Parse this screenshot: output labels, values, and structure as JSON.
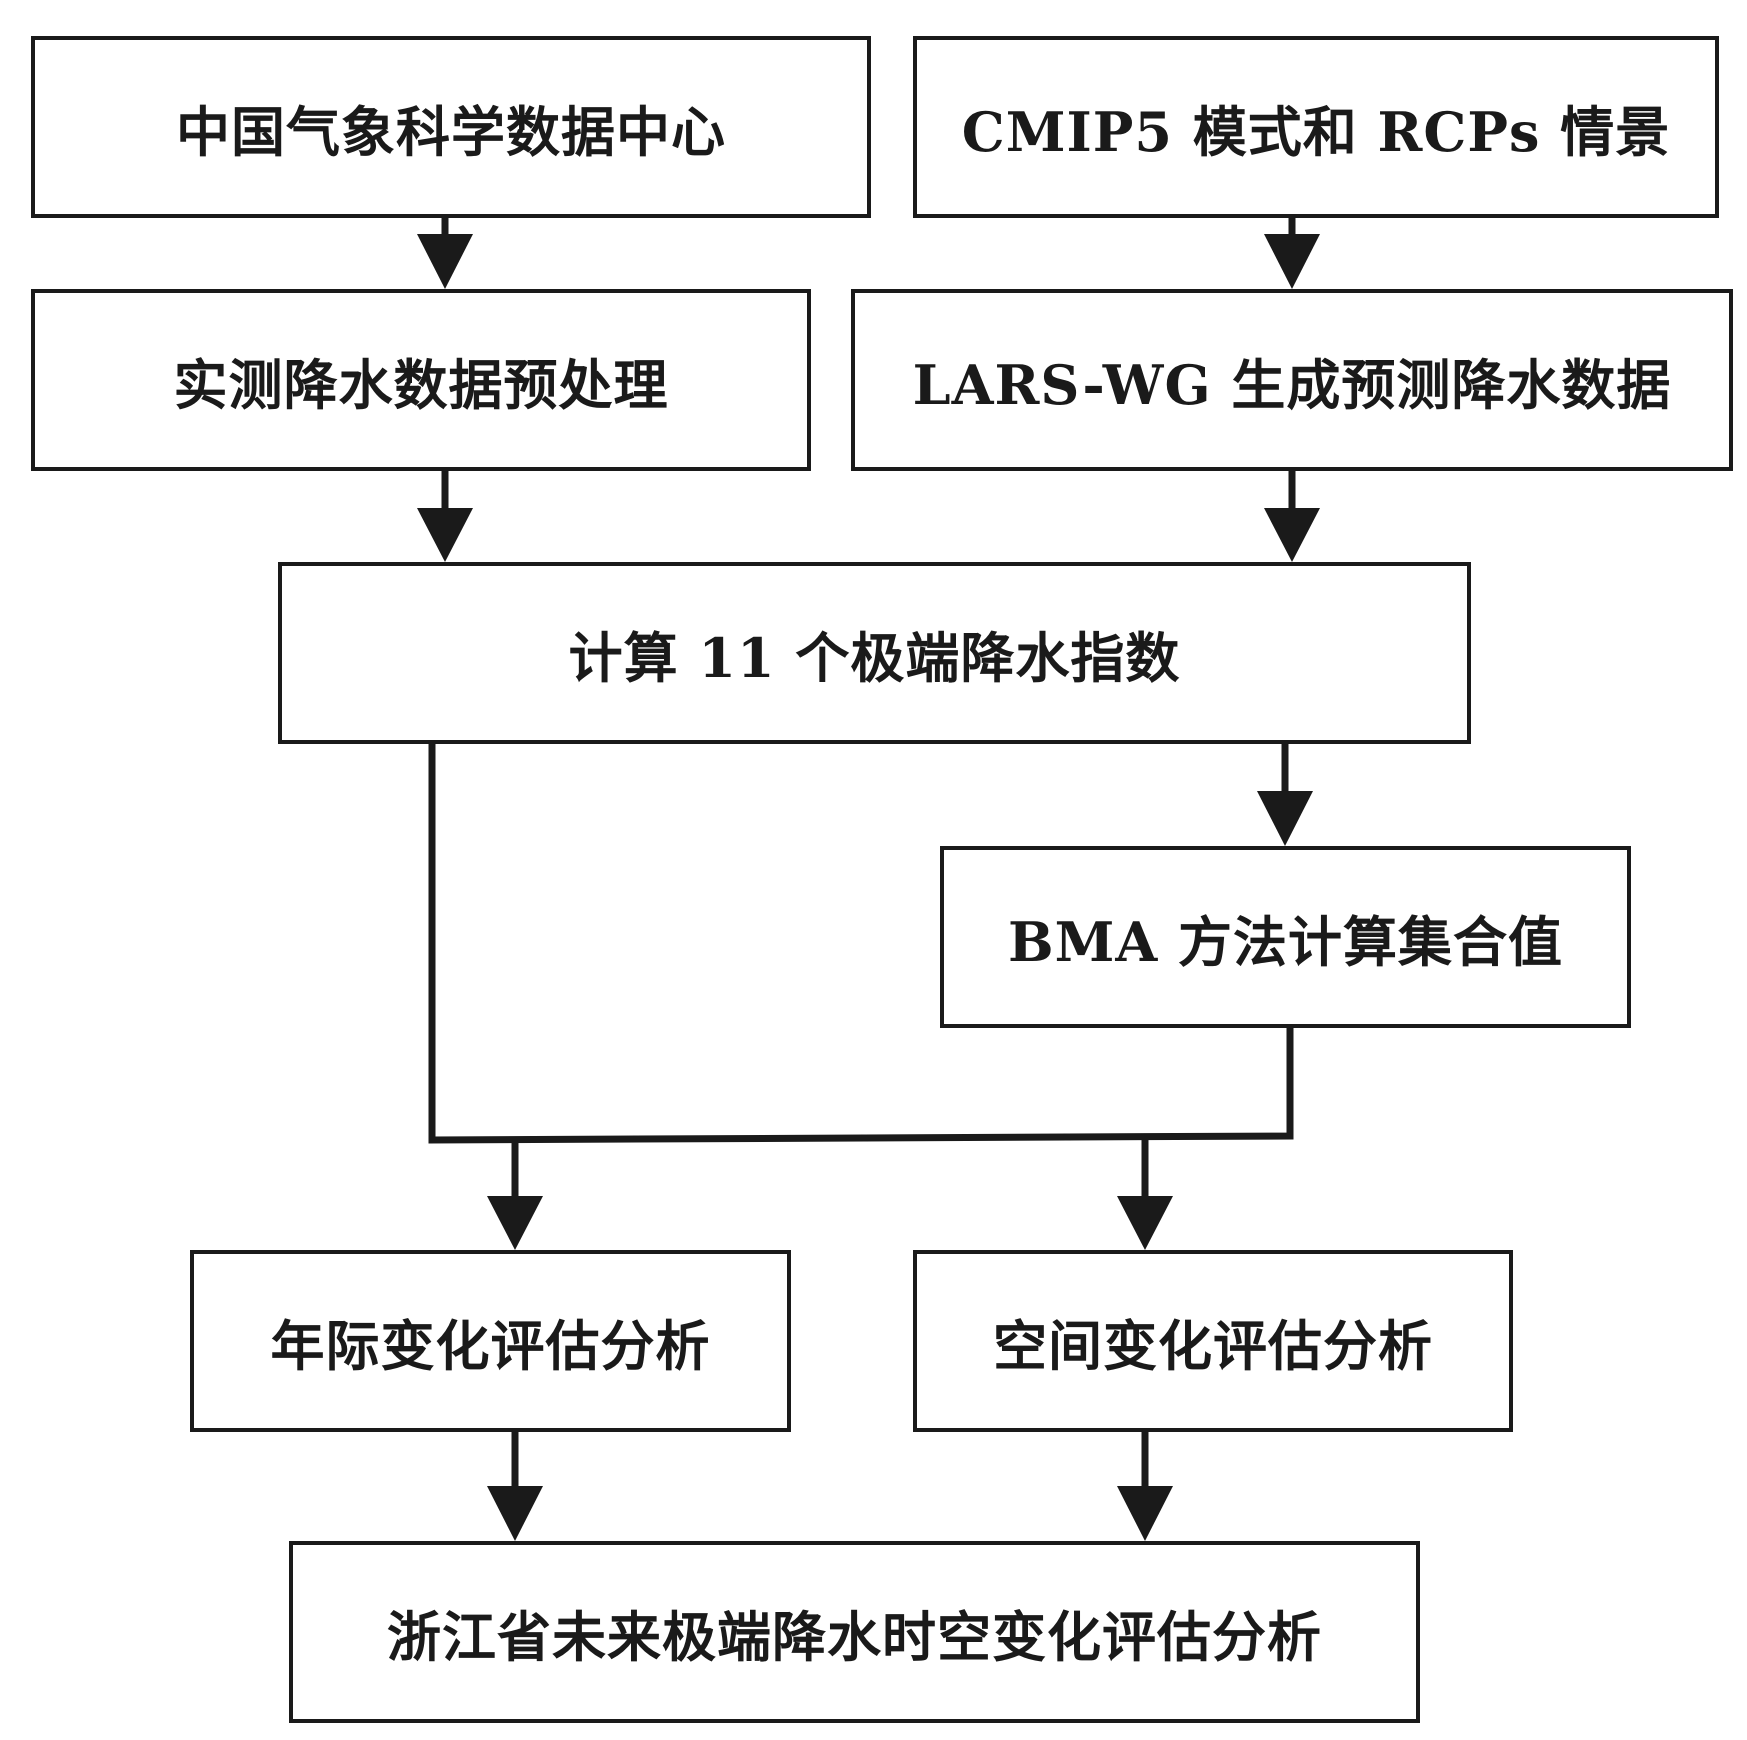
{
  "colors": {
    "line": "#1a1a1a",
    "box_fill": "#ffffff",
    "text": "#1a1a1a"
  },
  "boxes": {
    "source_cma": "中国气象科学数据中心",
    "source_cmip": "CMIP5 模式和 RCPs 情景",
    "preprocess": "实测降水数据预处理",
    "larswg": "LARS-WG 生成预测降水数据",
    "indices": "计算 11 个极端降水指数",
    "bma": "BMA 方法计算集合值",
    "annual": "年际变化评估分析",
    "spatial": "空间变化评估分析",
    "final": "浙江省未来极端降水时空变化评估分析"
  }
}
